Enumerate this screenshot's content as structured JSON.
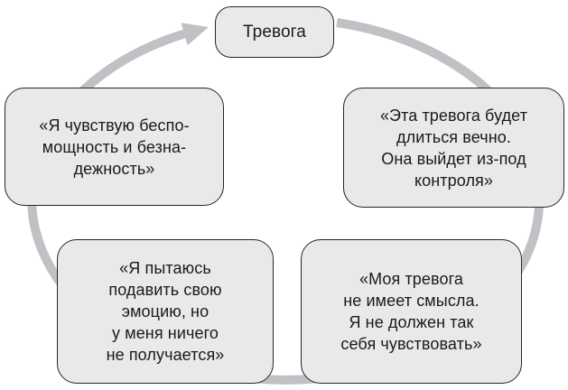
{
  "diagram": {
    "description": "Anxiety cycle diagram",
    "anxiety_node": {
      "label": "Тревога"
    },
    "cycle_nodes": [
      {
        "id": "right",
        "label": "«Эта тревога будет\nдлиться вечно.\nОна выйдет из-под\nконтроля»"
      },
      {
        "id": "bottom-right",
        "label": "«Моя тревога\nне имеет смысла.\nЯ не должен так\nсебя чувствовать»"
      },
      {
        "id": "bottom-left",
        "label": "«Я пытаюсь\nподавить свою\nэмоцию, но\nу меня ничего\nне получается»"
      },
      {
        "id": "left",
        "label": "«Я чувствую беспо-\nмощность и безна-\nдежность»"
      }
    ],
    "colors": {
      "background": "#ffffff",
      "node_fill": "#e9e9e9",
      "node_border": "#262626",
      "arrow": "#c1c1c5",
      "text": "#1a1a1a"
    }
  }
}
